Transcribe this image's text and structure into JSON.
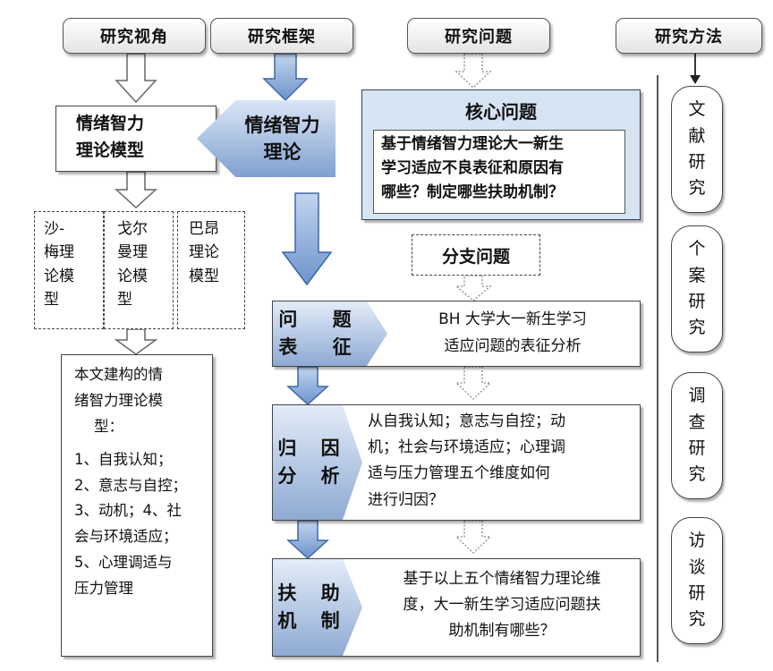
{
  "headers": {
    "perspective": "研究视角",
    "framework": "研究框架",
    "problem": "研究问题",
    "methods": "研究方法"
  },
  "left": {
    "model_box": [
      "情绪智力",
      "理论模型"
    ],
    "sub_models": [
      [
        "沙-",
        "梅理",
        "论模",
        "型"
      ],
      [
        "戈尔",
        "曼理",
        "论模",
        "型"
      ],
      [
        "巴昂",
        "理论",
        "模型"
      ]
    ],
    "constructed": {
      "title_lines": [
        "本文建构的情",
        "绪智力理论模",
        "型："
      ],
      "items": [
        "1、自我认知；",
        "2、意志与自控；",
        "3、动机；4、社",
        "会与环境适应；",
        "5、心理调适与",
        "压力管理"
      ]
    }
  },
  "framework_theory": [
    "情绪智力",
    "理论"
  ],
  "core_problem": {
    "title": "核心问题",
    "lines": [
      "基于情绪智力理论大一新生",
      "学习适应不良表征和原因有",
      "哪些？制定哪些扶助机制？"
    ]
  },
  "branch_problem": "分支问题",
  "stages": [
    {
      "label": [
        "问 题",
        "表 征"
      ],
      "lines": [
        "BH 大学大一新生学习",
        "适应问题的表征分析"
      ]
    },
    {
      "label": [
        "归 因",
        "分 析"
      ],
      "lines": [
        "从自我认知；意志与自控；动",
        "机；社会与环境适应；心理调",
        "适与压力管理五个维度如何",
        "进行归因？"
      ]
    },
    {
      "label": [
        "扶 助",
        "机 制"
      ],
      "lines": [
        "基于以上五个情绪智力理论维",
        "度，大一新生学习适应问题扶",
        "助机制有哪些？"
      ]
    }
  ],
  "methods": [
    [
      "文",
      "献",
      "研",
      "究"
    ],
    [
      "个",
      "案",
      "研",
      "究"
    ],
    [
      "调",
      "查",
      "研",
      "究"
    ],
    [
      "访",
      "谈",
      "研",
      "究"
    ]
  ],
  "colors": {
    "arrow_blue": "#8fb0dc",
    "arrow_blue_dark": "#3d66a6",
    "core_fill": "#d6e3f3"
  }
}
